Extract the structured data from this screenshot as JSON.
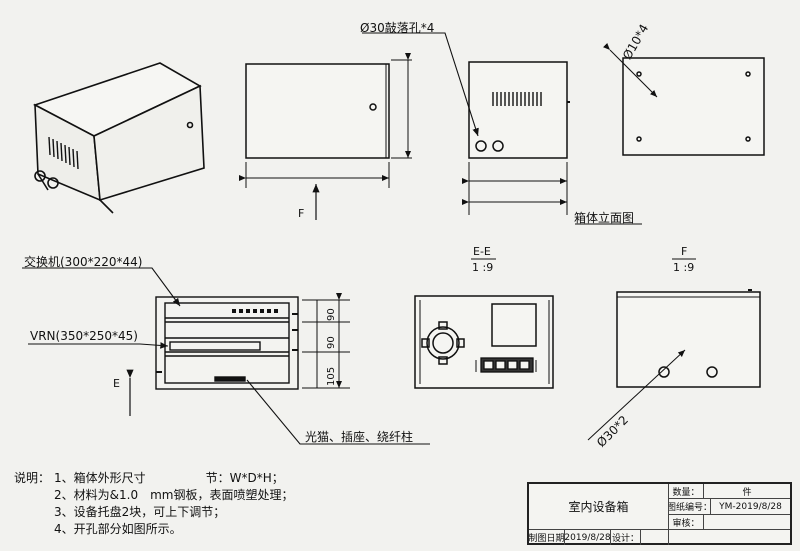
{
  "labels": {
    "knockout_hole": "Ø30敲落孔*4",
    "side_hole": "Ø10*4",
    "elevation_title": "箱体立面图",
    "view_f_top": "F",
    "switch_label": "交换机(300*220*44)",
    "vrn_label": "VRN(350*250*45)",
    "section_title": "E-E",
    "section_scale": "1 :9",
    "view_f_title": "F",
    "view_f_scale": "1 :9",
    "view_e_arrow": "E",
    "bottom_hole": "Ø30*2",
    "misc_label": "光猫、插座、绕纤柱",
    "dim_90_a": "90",
    "dim_90_b": "90",
    "dim_105": "105"
  },
  "notes": {
    "heading": "说明：",
    "items": [
      "1、箱体外形尺寸",
      "2、材料为&1.0",
      "3、设备托盘2块，可上下调节；",
      "4、开孔部分如图所示。"
    ],
    "item1_tail": "节：W*D*H；",
    "item2_tail": "mm钢板，表面喷塑处理；"
  },
  "title_block": {
    "quantity_label": "数量：",
    "quantity_value": "件",
    "name": "室内设备箱",
    "drawing_no_label": "图纸编号：",
    "drawing_no": "YM-2019/8/28",
    "date_label": "制图日期",
    "date_value": "2019/8/28",
    "design_label": "设计：",
    "review_label": "审核："
  }
}
